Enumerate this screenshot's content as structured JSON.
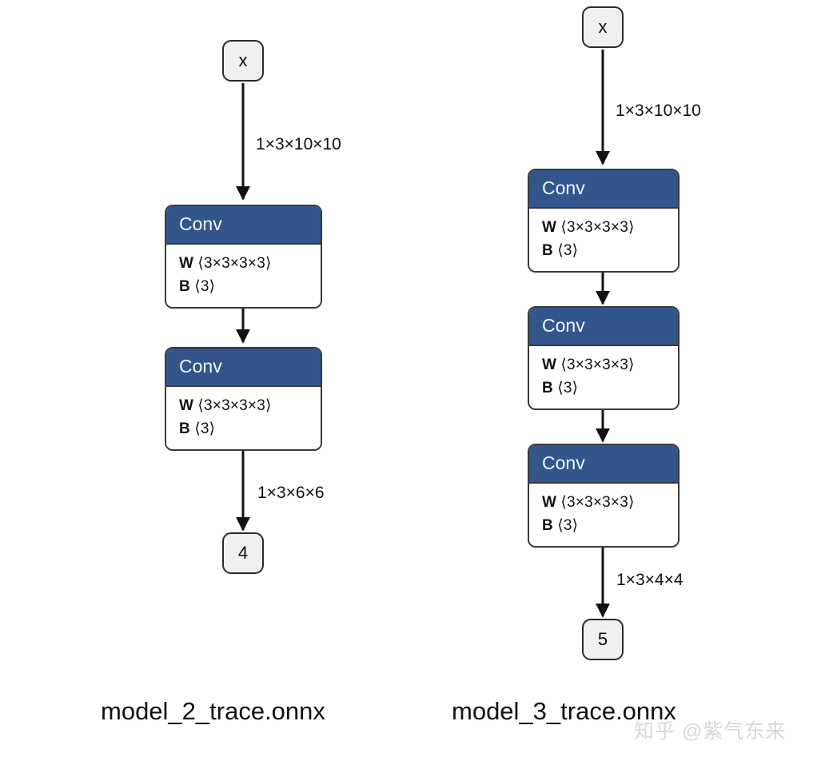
{
  "figure": {
    "background": "#ffffff",
    "node_header_color": "#32568c",
    "node_border_color": "#3a3a3a",
    "io_node_fill": "#f0f0f0"
  },
  "graphs": [
    {
      "caption": "model_2_trace.onnx",
      "input_node": {
        "label": "x"
      },
      "output_node": {
        "label": "4"
      },
      "edges": [
        {
          "label": "1×3×10×10"
        },
        {
          "label": ""
        },
        {
          "label": "1×3×6×6"
        }
      ],
      "nodes": [
        {
          "title": "Conv",
          "attributes": [
            {
              "key": "W",
              "value": "⟨3×3×3×3⟩"
            },
            {
              "key": "B",
              "value": "⟨3⟩"
            }
          ]
        },
        {
          "title": "Conv",
          "attributes": [
            {
              "key": "W",
              "value": "⟨3×3×3×3⟩"
            },
            {
              "key": "B",
              "value": "⟨3⟩"
            }
          ]
        }
      ]
    },
    {
      "caption": "model_3_trace.onnx",
      "input_node": {
        "label": "x"
      },
      "output_node": {
        "label": "5"
      },
      "edges": [
        {
          "label": "1×3×10×10"
        },
        {
          "label": ""
        },
        {
          "label": ""
        },
        {
          "label": "1×3×4×4"
        }
      ],
      "nodes": [
        {
          "title": "Conv",
          "attributes": [
            {
              "key": "W",
              "value": "⟨3×3×3×3⟩"
            },
            {
              "key": "B",
              "value": "⟨3⟩"
            }
          ]
        },
        {
          "title": "Conv",
          "attributes": [
            {
              "key": "W",
              "value": "⟨3×3×3×3⟩"
            },
            {
              "key": "B",
              "value": "⟨3⟩"
            }
          ]
        },
        {
          "title": "Conv",
          "attributes": [
            {
              "key": "W",
              "value": "⟨3×3×3×3⟩"
            },
            {
              "key": "B",
              "value": "⟨3⟩"
            }
          ]
        }
      ]
    }
  ],
  "watermark": {
    "text": "知乎 @紫气东来"
  }
}
